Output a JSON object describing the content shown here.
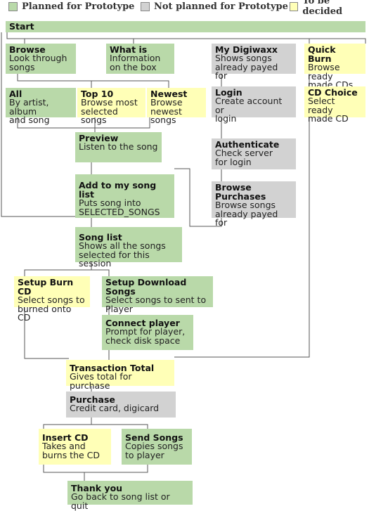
{
  "legend": [
    {
      "label": "Planned for Prototype",
      "color": "#b9d9a9"
    },
    {
      "label": "Not planned for Prototype",
      "color": "#d2d2d2"
    },
    {
      "label": "To be decided",
      "color": "#ffffb7"
    }
  ],
  "colors": {
    "planned": "#b9d9a9",
    "not_planned": "#d2d2d2",
    "tbd": "#ffffb7",
    "line": "#555555"
  },
  "nodes": {
    "start": {
      "title": "Start"
    },
    "browse": {
      "title": "Browse",
      "desc": "Look through\nsongs"
    },
    "what_is": {
      "title": "What is",
      "desc": "Information\non the box"
    },
    "my_digiwaxx": {
      "title": "My Digiwaxx",
      "desc": "Shows songs\nalready payed for"
    },
    "quick_burn": {
      "title": "Quick Burn",
      "desc": "Browse ready\nmade CDs"
    },
    "all": {
      "title": "All",
      "desc": "By artist, album\nand song"
    },
    "top10": {
      "title": "Top 10",
      "desc": "Browse most\nselected songs"
    },
    "newest": {
      "title": "Newest",
      "desc": "Browse\nnewest songs"
    },
    "login": {
      "title": "Login",
      "desc": "Create account or\nlogin"
    },
    "cd_choice": {
      "title": "CD Choice",
      "desc": "Select ready\nmade CD"
    },
    "preview": {
      "title": "Preview",
      "desc": "Listen to the song"
    },
    "authenticate": {
      "title": "Authenticate",
      "desc": "Check server\nfor login"
    },
    "add_song": {
      "title": "Add to my song list",
      "desc": "Puts song into\nSELECTED_SONGS"
    },
    "browse_purchases": {
      "title": "Browse\nPurchases",
      "desc": "Browse songs\nalready payed for"
    },
    "song_list": {
      "title": "Song list",
      "desc": "Shows all the songs\nselected for this session"
    },
    "setup_burn": {
      "title": "Setup Burn CD",
      "desc": "Select songs to\nburned onto CD"
    },
    "setup_download": {
      "title": "Setup Download Songs",
      "desc": "Select songs to sent to\nPlayer"
    },
    "connect_player": {
      "title": "Connect player",
      "desc": "Prompt for player,\ncheck disk space"
    },
    "transaction_total": {
      "title": "Transaction Total",
      "desc": "Gives total for purchase"
    },
    "purchase": {
      "title": "Purchase",
      "desc": "Credit card, digicard"
    },
    "insert_cd": {
      "title": "Insert CD",
      "desc": "Takes and\nburns the CD"
    },
    "send_songs": {
      "title": "Send Songs",
      "desc": "Copies songs\nto player"
    },
    "thank_you": {
      "title": "Thank you",
      "desc": "Go back to song list or quit"
    }
  }
}
